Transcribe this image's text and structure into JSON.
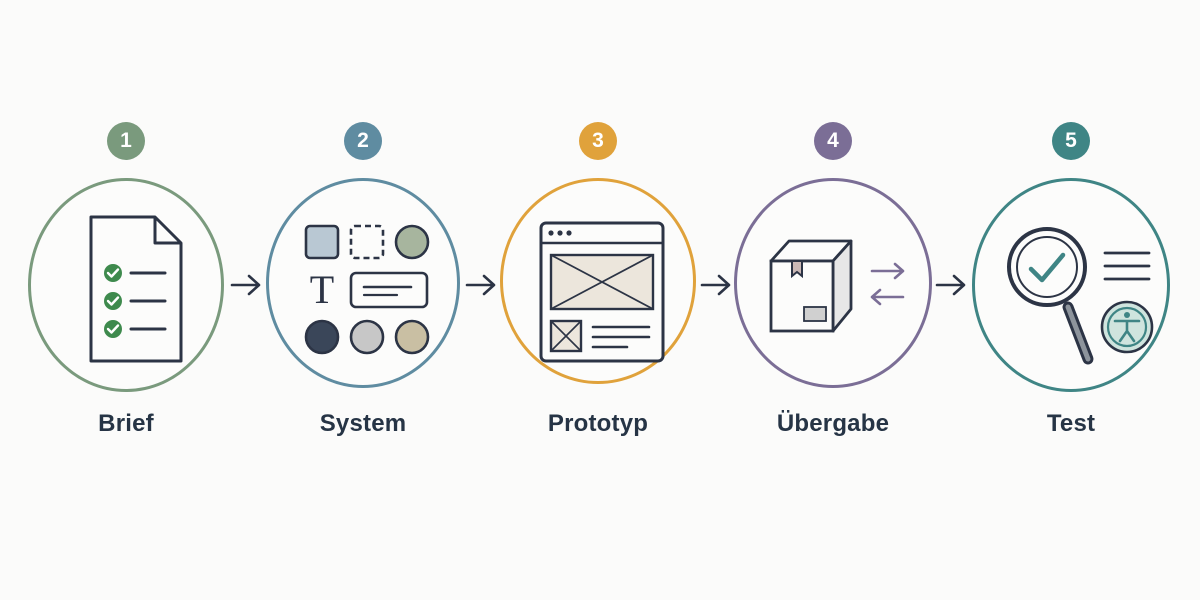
{
  "steps": [
    {
      "number": "1",
      "label": "Brief",
      "color": "#7a9a7d",
      "icon": "checklist-document-icon"
    },
    {
      "number": "2",
      "label": "System",
      "color": "#5f8ca1",
      "icon": "design-system-icon"
    },
    {
      "number": "3",
      "label": "Prototyp",
      "color": "#e0a23b",
      "icon": "wireframe-browser-icon"
    },
    {
      "number": "4",
      "label": "Übergabe",
      "color": "#7b6e96",
      "icon": "package-handoff-icon"
    },
    {
      "number": "5",
      "label": "Test",
      "color": "#3f8585",
      "icon": "magnifier-accessibility-icon"
    }
  ],
  "ink_color": "#2c3445",
  "accent_green": "#3e8a4d",
  "swatches": [
    "#b9c8d3",
    "#a7b59e",
    "#3a4659",
    "#c7c7c7",
    "#c9bfa3"
  ]
}
